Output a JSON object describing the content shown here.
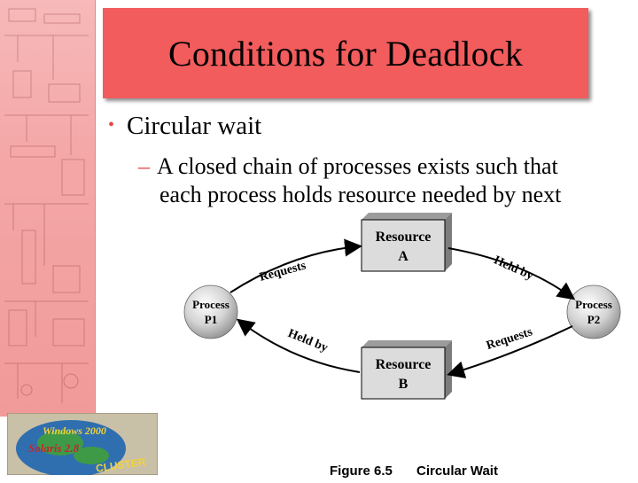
{
  "slide": {
    "title": "Conditions for Deadlock",
    "bullet": "Circular wait",
    "sub_bullet_dash": "–",
    "sub_bullet_line1": "A closed chain of processes exists such that",
    "sub_bullet_line2": "each process holds resource needed by next"
  },
  "diagram": {
    "resource_a": [
      "Resource",
      "A"
    ],
    "resource_b": [
      "Resource",
      "B"
    ],
    "process_p1": [
      "Process",
      "P1"
    ],
    "process_p2": [
      "Process",
      "P2"
    ],
    "edge_labels": {
      "p1_to_a": "Requests",
      "a_to_p2": "Held by",
      "p2_to_b": "Requests",
      "b_to_p1": "Held by"
    },
    "caption_figure": "Figure 6.5",
    "caption_title": "Circular Wait"
  },
  "logo": {
    "text_top": "Windows 2000",
    "text_mid": "Solaris 2.8",
    "text_bottom": "CLUSTER"
  },
  "colors": {
    "title_bg": "#f25c5c",
    "bullet_accent": "#e04848",
    "box_fill": "#dcdcdc",
    "circle_fill": "#d9d9d9"
  }
}
